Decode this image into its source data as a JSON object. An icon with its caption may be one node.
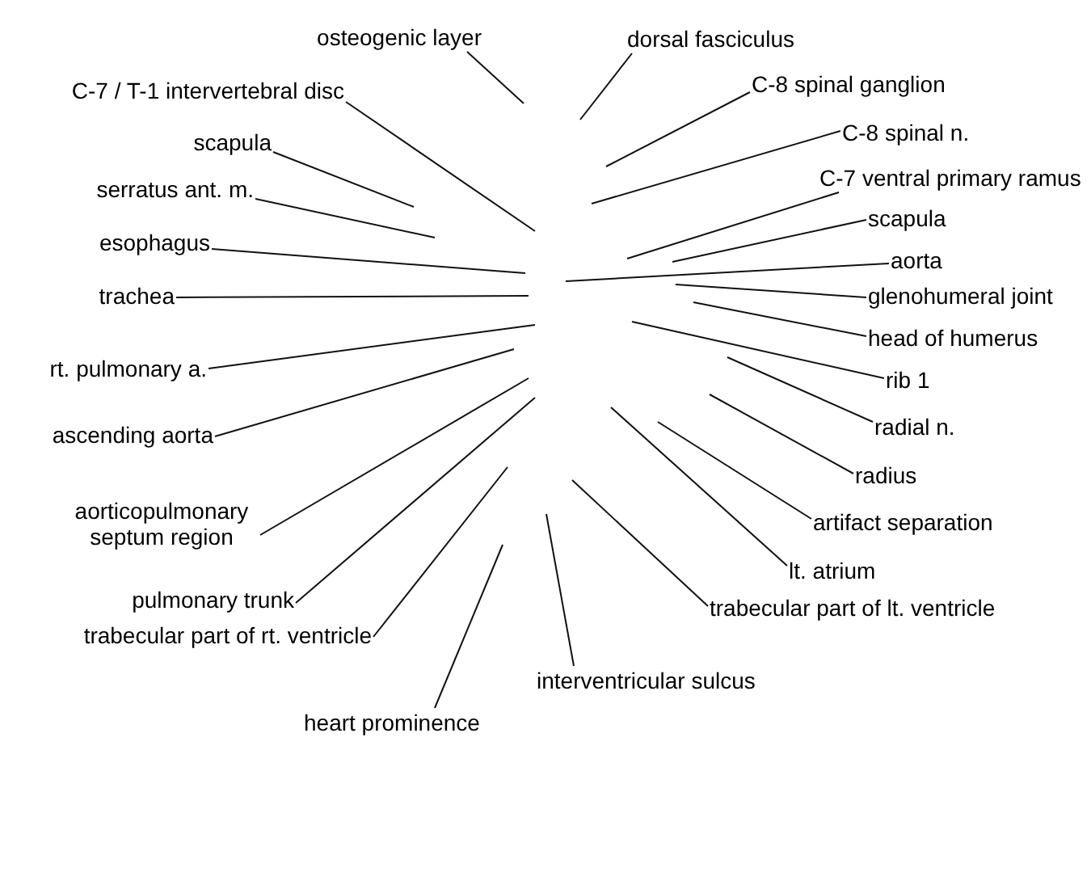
{
  "diagram": {
    "nodes": [
      {
        "text": [
          "osteogenic layer"
        ]
      },
      {
        "text": [
          "dorsal fasciculus"
        ]
      },
      {
        "text": [
          "C-8 spinal ganglion"
        ]
      },
      {
        "text": [
          "C-7 / T-1 intervertebral disc"
        ]
      },
      {
        "text": [
          "C-8 spinal n."
        ]
      },
      {
        "text": [
          "scapula"
        ]
      },
      {
        "text": [
          "C-7 ventral primary ramus"
        ]
      },
      {
        "text": [
          "serratus ant. m."
        ]
      },
      {
        "text": [
          "scapula"
        ]
      },
      {
        "text": [
          "esophagus"
        ]
      },
      {
        "text": [
          "aorta"
        ]
      },
      {
        "text": [
          "trachea"
        ]
      },
      {
        "text": [
          "glenohumeral joint"
        ]
      },
      {
        "text": [
          "head of humerus"
        ]
      },
      {
        "text": [
          "rt. pulmonary a."
        ]
      },
      {
        "text": [
          "rib 1"
        ]
      },
      {
        "text": [
          "radial n."
        ]
      },
      {
        "text": [
          "ascending aorta"
        ]
      },
      {
        "text": [
          "radius"
        ]
      },
      {
        "text": [
          "aorticopulmonary septum region"
        ]
      },
      {
        "text": [
          "artifact separation"
        ]
      },
      {
        "text": [
          "lt. atrium"
        ]
      },
      {
        "text": [
          "pulmonary trunk"
        ]
      },
      {
        "text": [
          "trabecular part of lt. ventricle"
        ]
      },
      {
        "text": [
          "trabecular part of rt. ventricle"
        ]
      },
      {
        "text": [
          "interventricular sulcus"
        ]
      },
      {
        "text": [
          "heart prominence"
        ]
      }
    ],
    "edges": [
      {
        "from": 0,
        "to": null,
        "arrow": "none"
      },
      {
        "from": 1,
        "to": null,
        "arrow": "none"
      },
      {
        "from": 2,
        "to": null,
        "arrow": "none"
      },
      {
        "from": 3,
        "to": null,
        "arrow": "none"
      },
      {
        "from": 4,
        "to": null,
        "arrow": "none"
      },
      {
        "from": 5,
        "to": null,
        "arrow": "none"
      },
      {
        "from": 6,
        "to": null,
        "arrow": "none"
      },
      {
        "from": 7,
        "to": null,
        "arrow": "none"
      },
      {
        "from": 8,
        "to": null,
        "arrow": "none"
      },
      {
        "from": 9,
        "to": null,
        "arrow": "none"
      },
      {
        "from": 10,
        "to": null,
        "arrow": "none"
      },
      {
        "from": 11,
        "to": null,
        "arrow": "none"
      },
      {
        "from": 12,
        "to": null,
        "arrow": "none"
      },
      {
        "from": 13,
        "to": null,
        "arrow": "none"
      },
      {
        "from": 14,
        "to": null,
        "arrow": "none"
      },
      {
        "from": 15,
        "to": null,
        "arrow": "none"
      },
      {
        "from": 16,
        "to": null,
        "arrow": "none"
      },
      {
        "from": 17,
        "to": null,
        "arrow": "none"
      },
      {
        "from": 18,
        "to": null,
        "arrow": "none"
      },
      {
        "from": 19,
        "to": null,
        "arrow": "none"
      },
      {
        "from": 20,
        "to": null,
        "arrow": "none"
      },
      {
        "from": 21,
        "to": null,
        "arrow": "none"
      },
      {
        "from": 22,
        "to": null,
        "arrow": "none"
      },
      {
        "from": 23,
        "to": null,
        "arrow": "none"
      },
      {
        "from": 24,
        "to": null,
        "arrow": "none"
      },
      {
        "from": 25,
        "to": null,
        "arrow": "none"
      },
      {
        "from": 26,
        "to": null,
        "arrow": "none"
      }
    ]
  }
}
